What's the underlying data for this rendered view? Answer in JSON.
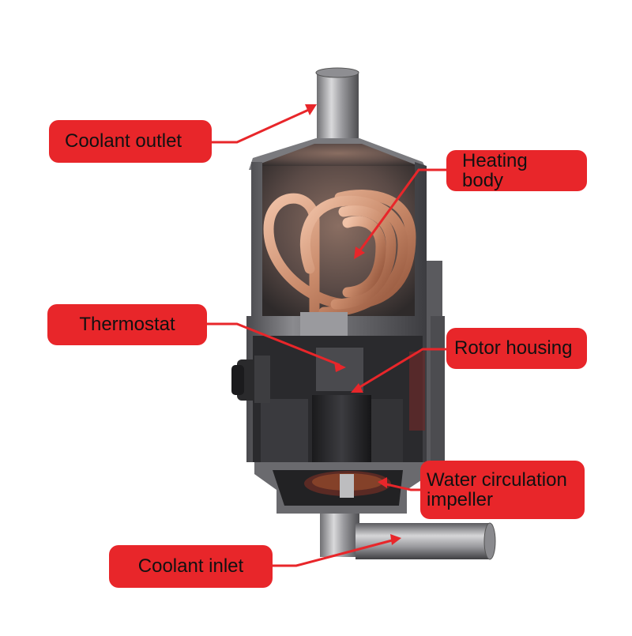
{
  "diagram": {
    "labels": {
      "coolant_outlet": "Coolant outlet",
      "heating_body": "Heating body",
      "thermostat": "Thermostat",
      "rotor_housing": "Rotor housing",
      "water_circulation_impeller": "Water circulation impeller",
      "coolant_inlet": "Coolant inlet"
    }
  },
  "colors": {
    "label_fill": "#e8262a",
    "label_text": "#111111",
    "leader_line": "#e8262a",
    "coil": "#c98a6a",
    "housing": "#6e6e72"
  }
}
